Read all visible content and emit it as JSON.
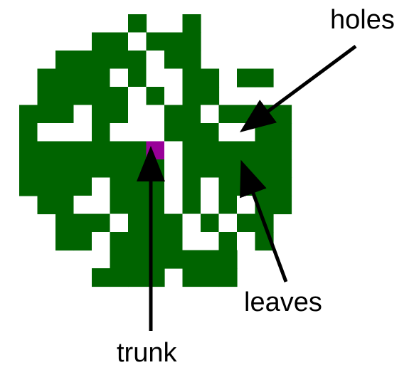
{
  "colors": {
    "leaf": "#006400",
    "hole": "#ffffff",
    "trunk": "#990099",
    "arrow": "#000000",
    "text": "#000000"
  },
  "labels": {
    "holes": "holes",
    "leaves": "leaves",
    "trunk": "trunk"
  },
  "grid": {
    "rows": 15,
    "cols": 15,
    "legend": ". empty, L leaf cell, H hole cell, T trunk cell",
    "cells": [
      "......L..L.....",
      "....LLHLLL.....",
      "..LLLLLHLL.....",
      ".LLLLHLHHLL.LL.",
      ".LLLLLHLHLL....",
      "LLLHLLHHLLHLLLL",
      "LHHHLHHHLLLHHLL",
      "LLLLLLLTHLLLLLL",
      "LLLLLLLLHLLLLLL",
      "LLLLHLLLHLHLLLL",
      ".LLHHLLLHLHLHLL",
      "..LLLHLLLHLHLL.",
      "..LLHLLLLHHLHL.",
      "....HLLLLLLL...",
      "....LLLL.LLL..."
    ]
  }
}
